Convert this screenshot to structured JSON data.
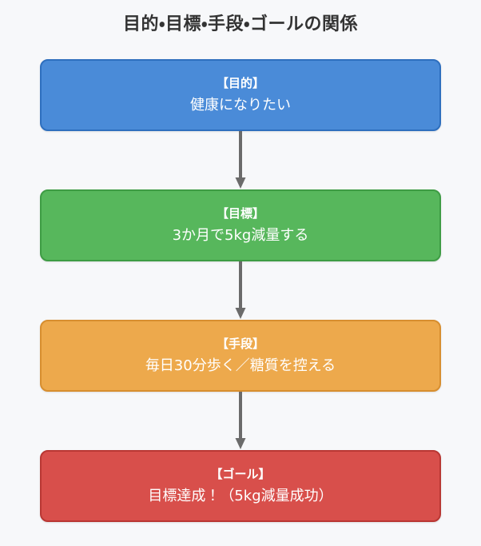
{
  "page": {
    "title": "目的・目標・手段・ゴールの関係",
    "background_color": "#F7F8FA",
    "title_color": "#333333"
  },
  "chart_data": {
    "type": "diagram",
    "diagram_kind": "vertical-flowchart",
    "title": "目的・目標・手段・ゴールの関係",
    "direction": "top-to-bottom",
    "nodes": [
      {
        "id": "purpose",
        "label": "【目的】",
        "text": "健康になりたい",
        "fill": "#4A8BD8",
        "border": "#2E6FBE",
        "text_color": "#FFFFFF",
        "order": 1
      },
      {
        "id": "target",
        "label": "【目標】",
        "text": "3か月で5kg減量する",
        "fill": "#57B75C",
        "border": "#3E9C44",
        "text_color": "#FFFFFF",
        "order": 2
      },
      {
        "id": "means",
        "label": "【手段】",
        "text": "毎日30分歩く／糖質を控える",
        "fill": "#EDA94C",
        "border": "#D78E2F",
        "text_color": "#FFFFFF",
        "order": 3
      },
      {
        "id": "goal",
        "label": "【ゴール】",
        "text": "目標達成！（5kg減量成功）",
        "fill": "#D84F4B",
        "border": "#B93733",
        "text_color": "#FFFFFF",
        "order": 4
      }
    ],
    "edges": [
      {
        "from": "purpose",
        "to": "target",
        "style": "solid-arrow",
        "color": "#6B6B6B"
      },
      {
        "from": "target",
        "to": "means",
        "style": "solid-arrow",
        "color": "#6B6B6B"
      },
      {
        "from": "means",
        "to": "goal",
        "style": "solid-arrow",
        "color": "#6B6B6B"
      }
    ]
  }
}
